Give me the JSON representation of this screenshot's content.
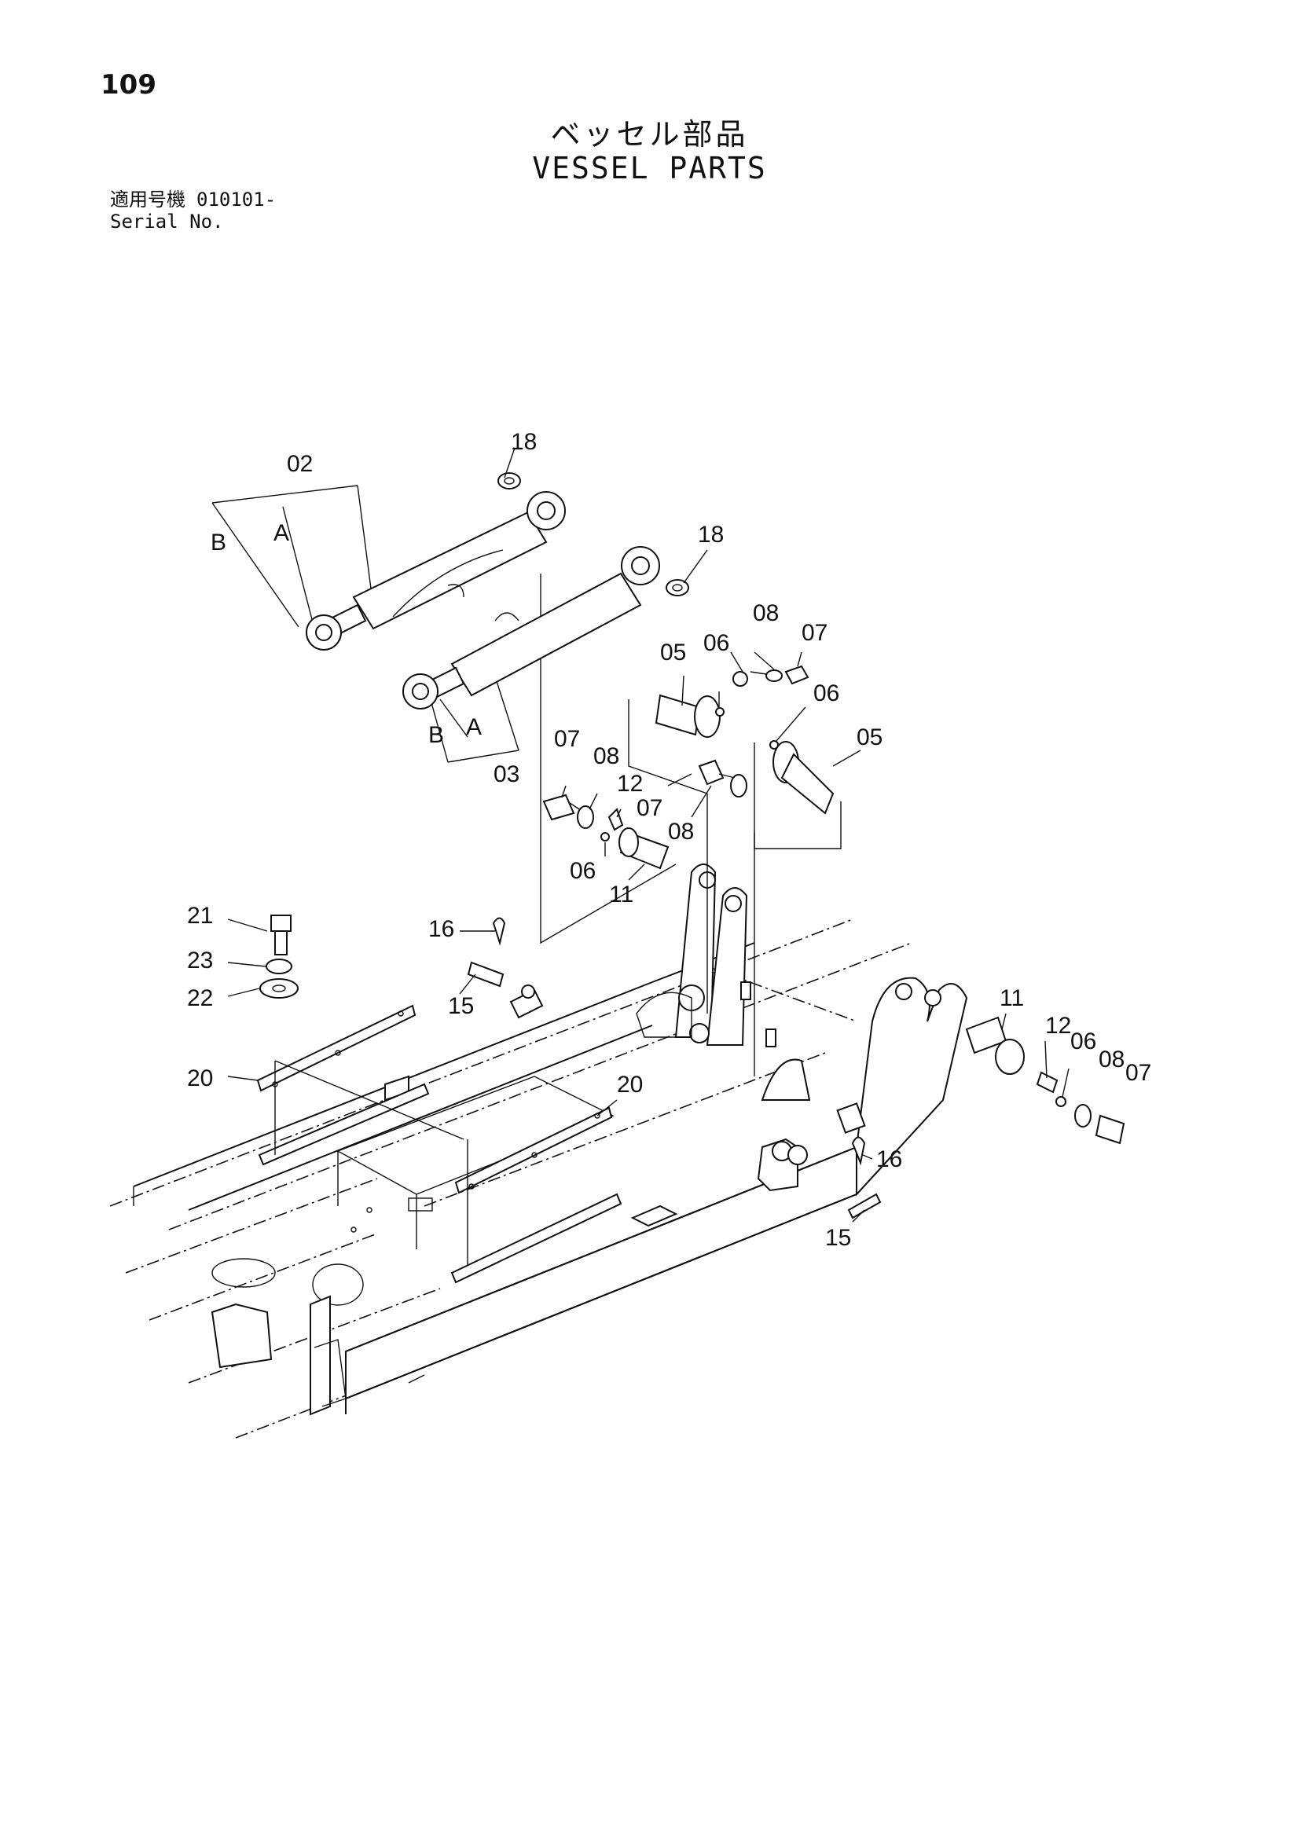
{
  "page_number": "109",
  "title_jp": "ベッセル部品",
  "title_en": "VESSEL PARTS",
  "serial": {
    "label_jp": "適用号機",
    "value": "010101-",
    "label_en": "Serial No."
  },
  "callouts": {
    "c02": "02",
    "c03": "03",
    "c05a": "05",
    "c05b": "05",
    "c06a": "06",
    "c06b": "06",
    "c06c": "06",
    "c06d": "06",
    "c07a": "07",
    "c07b": "07",
    "c07c": "07",
    "c07d": "07",
    "c08a": "08",
    "c08b": "08",
    "c08c": "08",
    "c08d": "08",
    "c11a": "11",
    "c11b": "11",
    "c12a": "12",
    "c12b": "12",
    "c15a": "15",
    "c15b": "15",
    "c16a": "16",
    "c16b": "16",
    "c18a": "18",
    "c18b": "18",
    "c20a": "20",
    "c20b": "20",
    "c21": "21",
    "c22": "22",
    "c23": "23",
    "cA1": "A",
    "cB1": "B",
    "cA2": "A",
    "cB2": "B"
  }
}
